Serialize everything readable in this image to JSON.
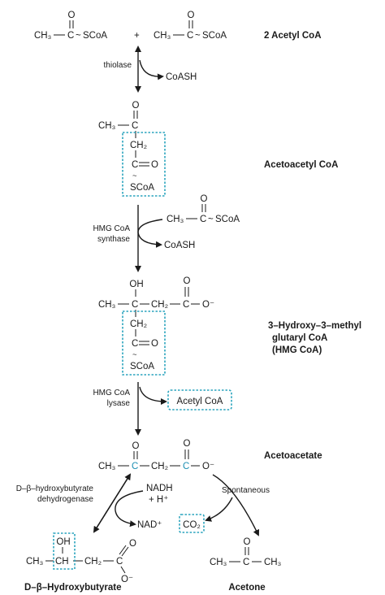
{
  "compounds": {
    "acetyl_coa": "2 Acetyl CoA",
    "acetoacetyl_coa": "Acetoacetyl CoA",
    "hmg_line1": "3–Hydroxy–3–methyl",
    "hmg_line2": "glutaryl CoA",
    "hmg_line3": "(HMG CoA)",
    "acetoacetate": "Acetoacetate",
    "hydroxybutyrate": "D–β–Hydroxybutyrate",
    "acetone": "Acetone"
  },
  "enzymes": {
    "thiolase": "thiolase",
    "hmg_synthase_1": "HMG CoA",
    "hmg_synthase_2": "synthase",
    "hmg_lyase_1": "HMG CoA",
    "hmg_lyase_2": "lysase",
    "bhb_dh_1": "D–β–hydroxybutyrate",
    "bhb_dh_2": "dehydrogenase",
    "spontaneous": "Spontaneous"
  },
  "byproducts": {
    "coash_1": "CoASH",
    "coash_2": "CoASH",
    "acetyl_coa_product": "Acetyl CoA",
    "nadh": "NADH",
    "h_plus": "+ H⁺",
    "nad_plus": "NAD⁺",
    "co2": "CO₂"
  },
  "atoms": {
    "o": "O",
    "oh": "OH",
    "o_minus": "O⁻",
    "ch3": "CH₃",
    "ch2": "CH₂",
    "ch": "CH",
    "c": "C",
    "scoa": "SCoA",
    "tilde": "~",
    "plus": "+"
  },
  "colors": {
    "text": "#1a1a1a",
    "highlight_box": "#2aa4bd",
    "highlight_atom": "#1c8fb3"
  }
}
